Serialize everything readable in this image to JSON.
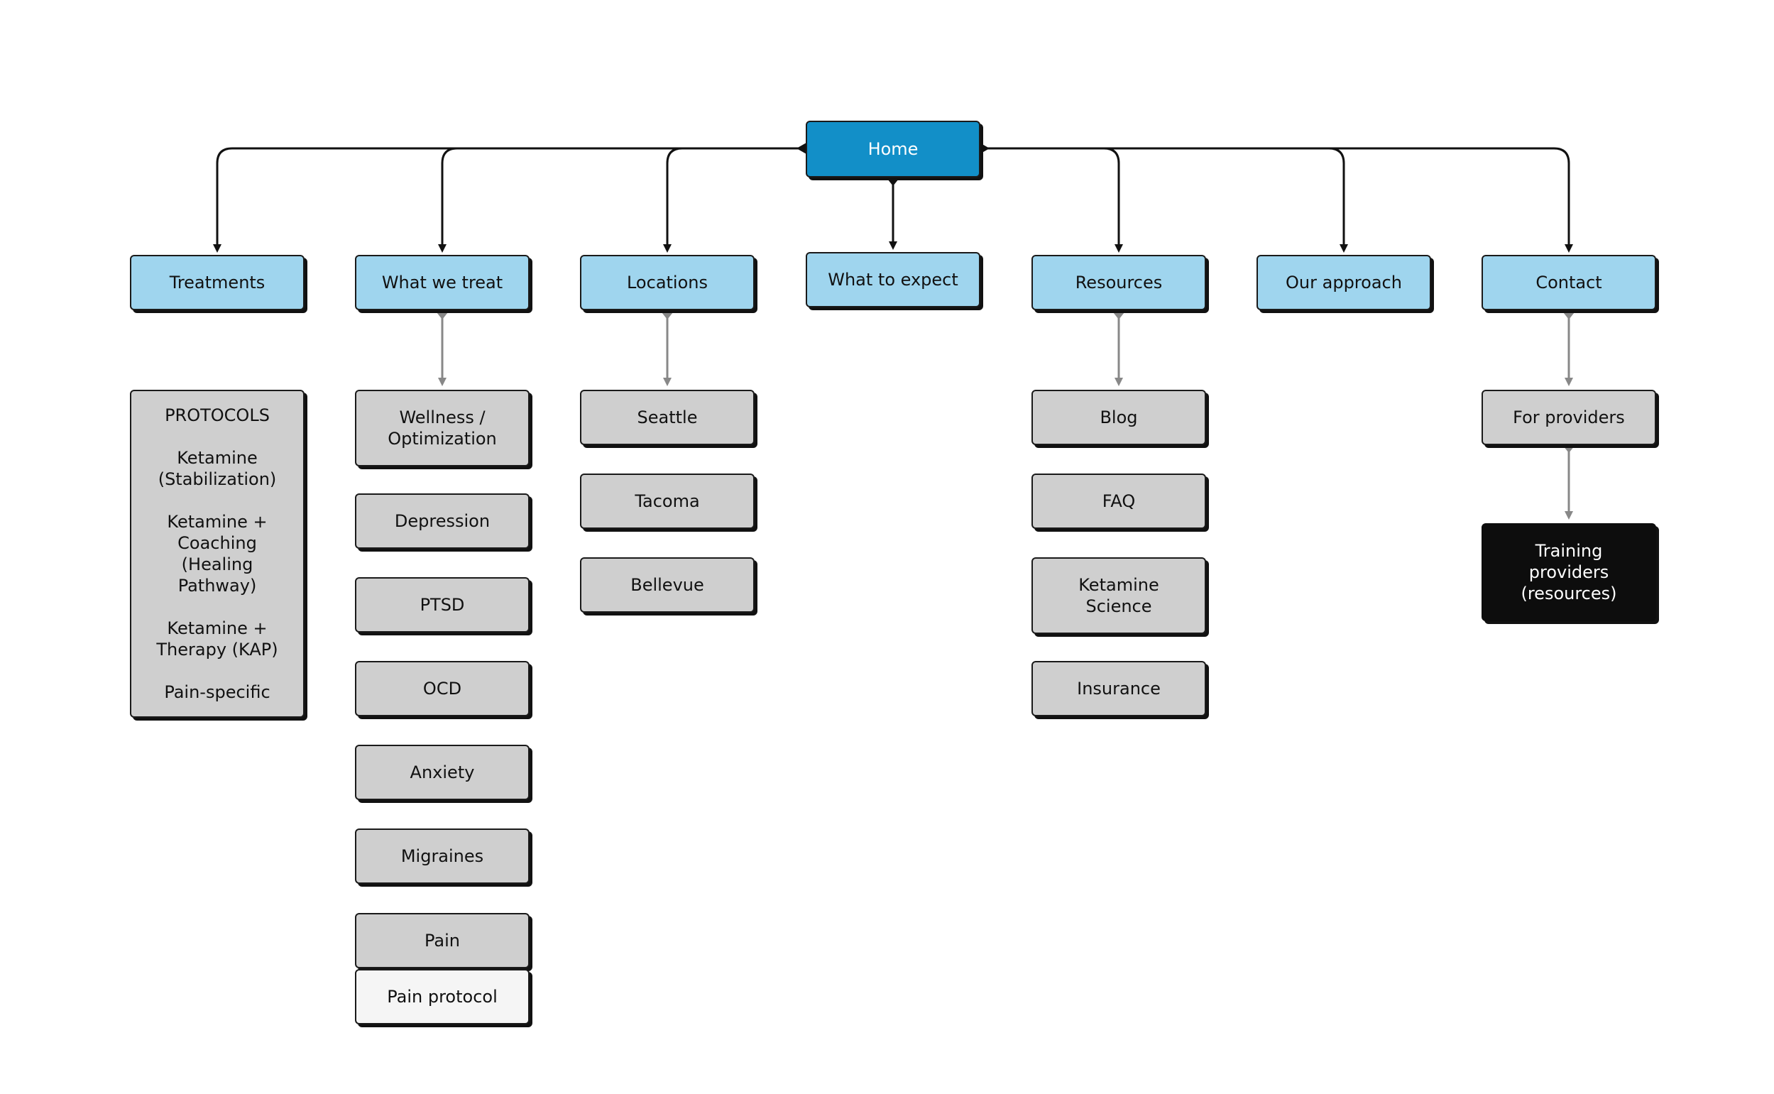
{
  "sitemap": {
    "root": {
      "label": "Home"
    },
    "categories": [
      {
        "label": "Treatments"
      },
      {
        "label": "What we treat"
      },
      {
        "label": "Locations"
      },
      {
        "label": "What to expect"
      },
      {
        "label": "Resources"
      },
      {
        "label": "Our approach"
      },
      {
        "label": "Contact"
      }
    ],
    "treatments": {
      "heading": "PROTOCOLS",
      "items": [
        {
          "line1": "Ketamine",
          "line2": "(Stabilization)"
        },
        {
          "line1": "Ketamine +",
          "line2": "Coaching",
          "line3": "(Healing",
          "line4": "Pathway)"
        },
        {
          "line1": "Ketamine +",
          "line2": "Therapy (KAP)"
        },
        {
          "line1": "Pain-specific"
        }
      ]
    },
    "what_we_treat": [
      {
        "line1": "Wellness /",
        "line2": "Optimization"
      },
      {
        "label": "Depression"
      },
      {
        "label": "PTSD"
      },
      {
        "label": "OCD"
      },
      {
        "label": "Anxiety"
      },
      {
        "label": "Migraines"
      },
      {
        "label": "Pain"
      },
      {
        "label": "Pain protocol"
      }
    ],
    "locations": [
      {
        "label": "Seattle"
      },
      {
        "label": "Tacoma"
      },
      {
        "label": "Bellevue"
      }
    ],
    "resources": [
      {
        "label": "Blog"
      },
      {
        "label": "FAQ"
      },
      {
        "line1": "Ketamine",
        "line2": "Science"
      },
      {
        "label": "Insurance"
      }
    ],
    "contact": [
      {
        "label": "For providers"
      },
      {
        "line1": "Training",
        "line2": "providers",
        "line3": "(resources)"
      }
    ]
  },
  "colors": {
    "root": "#128fc8",
    "category": "#9fd5ee",
    "subpage": "#cfcfcf",
    "subpage_light": "#f5f5f5",
    "subpage_dark": "#0d0d0d",
    "primary_connector": "#111111",
    "secondary_connector": "#888888"
  }
}
